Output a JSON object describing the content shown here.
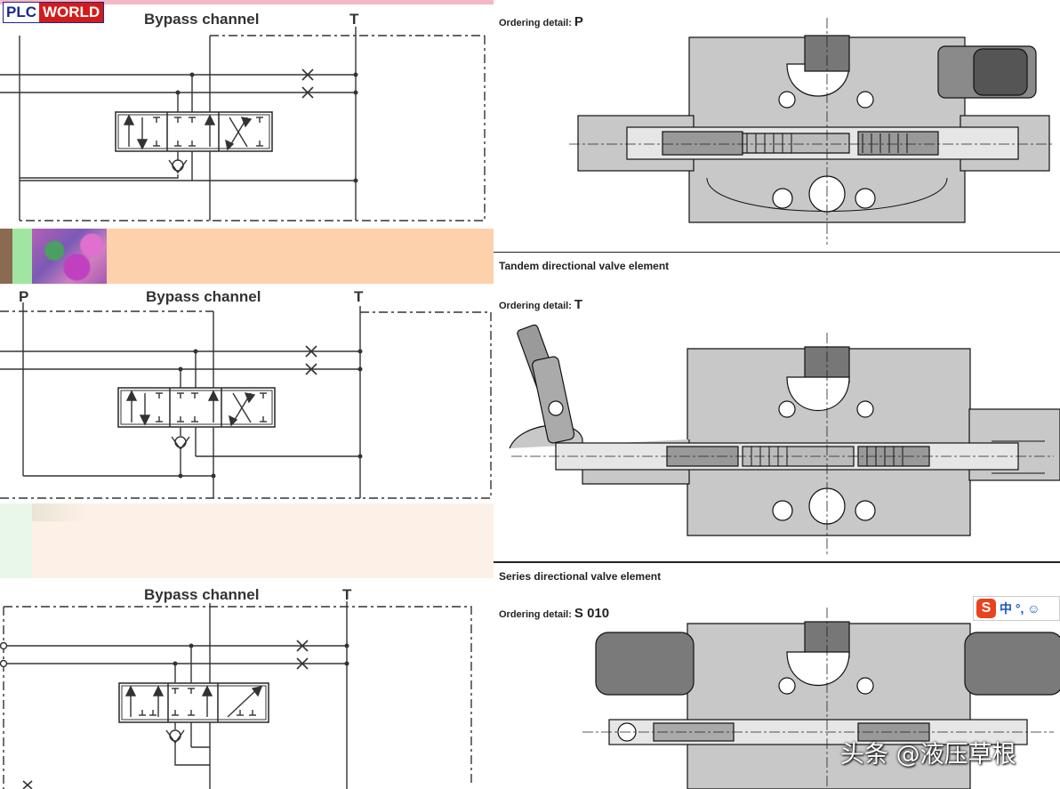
{
  "logo": {
    "part1": "PLC",
    "part2": "WORLD"
  },
  "schematics": [
    {
      "port_p": "",
      "bypass_label": "Bypass channel",
      "port_t": "T"
    },
    {
      "port_p": "P",
      "bypass_label": "Bypass channel",
      "port_t": "T"
    },
    {
      "port_p": "",
      "bypass_label": "Bypass channel",
      "port_t": "T"
    }
  ],
  "sections": [
    {
      "title": "",
      "ordering_label": "Ordering detail:",
      "ordering_code": "P"
    },
    {
      "title": "Tandem directional valve element",
      "ordering_label": "Ordering detail:",
      "ordering_code": "T"
    },
    {
      "title": "Series directional valve element",
      "ordering_label": "Ordering detail:",
      "ordering_code": "S 010"
    }
  ],
  "ime_toolbar": {
    "brand": "S",
    "text": "中 °, ☺"
  },
  "watermark": "头条 @液压草根",
  "colors": {
    "section_fill": "#c8c8c8",
    "logo_red": "#d41b1b",
    "logo_blue": "#1a2a8c",
    "band_peach": "#fdd1ab"
  }
}
